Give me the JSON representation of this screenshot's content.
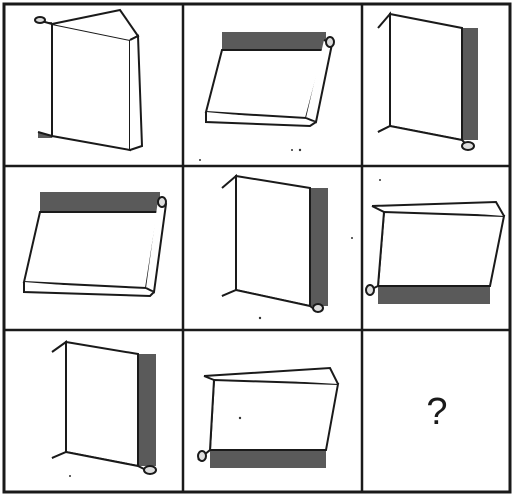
{
  "puzzle": {
    "missing_cell_label": "?",
    "line_color": "#1a1a1a",
    "spine_color": "#5a5a5a",
    "cells": [
      {
        "icon": "book-icon",
        "spine": "left"
      },
      {
        "icon": "book-icon",
        "spine": "top"
      },
      {
        "icon": "book-icon",
        "spine": "right"
      },
      {
        "icon": "book-icon",
        "spine": "top"
      },
      {
        "icon": "book-icon",
        "spine": "right"
      },
      {
        "icon": "book-icon",
        "spine": "bottom"
      },
      {
        "icon": "book-icon",
        "spine": "right"
      },
      {
        "icon": "book-icon",
        "spine": "bottom"
      },
      {
        "icon": "question-mark",
        "spine": "none"
      }
    ]
  }
}
